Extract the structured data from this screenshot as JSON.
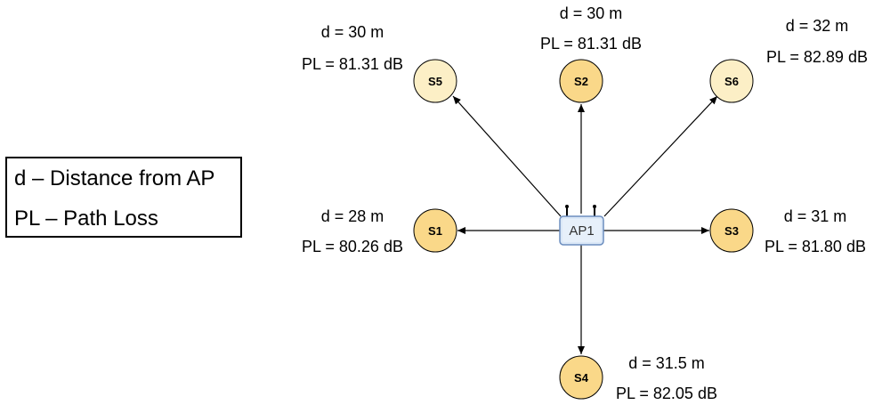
{
  "legend": {
    "distance": "d – Distance from AP",
    "path_loss": "PL – Path Loss"
  },
  "access_point": {
    "label": "AP1",
    "fill": "#dbe8f7",
    "stroke": "#6c8ebf"
  },
  "station_style": {
    "dark_fill": "#fad889",
    "light_fill": "#fcefc6",
    "stroke": "#000000"
  },
  "stations": {
    "s1": {
      "label": "S1",
      "distance": "d = 28 m",
      "path_loss": "PL = 80.26 dB"
    },
    "s2": {
      "label": "S2",
      "distance": "d = 30 m",
      "path_loss": "PL = 81.31 dB"
    },
    "s3": {
      "label": "S3",
      "distance": "d = 31 m",
      "path_loss": "PL = 81.80 dB"
    },
    "s4": {
      "label": "S4",
      "distance": "d = 31.5 m",
      "path_loss": "PL = 82.05 dB"
    },
    "s5": {
      "label": "S5",
      "distance": "d = 30 m",
      "path_loss": "PL = 81.31 dB"
    },
    "s6": {
      "label": "S6",
      "distance": "d = 32 m",
      "path_loss": "PL = 82.89 dB"
    }
  }
}
